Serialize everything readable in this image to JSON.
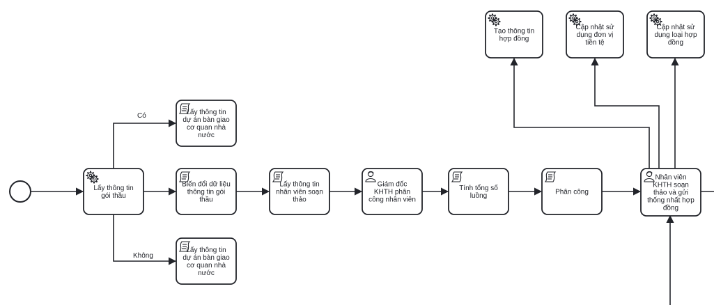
{
  "diagram": {
    "start_event": {
      "label": ""
    },
    "tasks": [
      {
        "id": "t_lay_goi_thau",
        "type": "service",
        "lines": [
          "Lấy thông tin",
          "gói thầu"
        ]
      },
      {
        "id": "t_co",
        "type": "script",
        "lines": [
          "Lấy thông tin",
          "dự án bàn giao",
          "cơ quan nhà",
          "nước"
        ]
      },
      {
        "id": "t_bien_doi",
        "type": "script",
        "lines": [
          "Biến đổi dữ liệu",
          "thông tin gói",
          "thầu"
        ]
      },
      {
        "id": "t_khong",
        "type": "script",
        "lines": [
          "Lấy thông tin",
          "dự án bàn giao",
          "cơ quan nhà",
          "nước"
        ]
      },
      {
        "id": "t_nv_soan_thao",
        "type": "script",
        "lines": [
          "Lấy thông tin",
          "nhân viên soạn",
          "thảo"
        ]
      },
      {
        "id": "t_giam_doc",
        "type": "user",
        "lines": [
          "Giám đốc",
          "KHTH phân",
          "công nhân viên"
        ]
      },
      {
        "id": "t_tinh_tong",
        "type": "script",
        "lines": [
          "Tính tổng số",
          "luồng"
        ]
      },
      {
        "id": "t_phan_cong",
        "type": "script",
        "lines": [
          "Phân công"
        ]
      },
      {
        "id": "t_nv_khth",
        "type": "user",
        "lines": [
          "Nhân viên",
          "KHTH soạn",
          "thảo và gửi",
          "thống nhất hợp",
          "đồng"
        ]
      },
      {
        "id": "t_tao_hd",
        "type": "service",
        "lines": [
          "Tạo thông tin",
          "hợp đồng"
        ]
      },
      {
        "id": "t_cap_nhat_tien_te",
        "type": "service",
        "lines": [
          "Cập nhật sử",
          "dụng đơn vị",
          "tiền tệ"
        ]
      },
      {
        "id": "t_cap_nhat_loai_hd",
        "type": "service",
        "lines": [
          "Cập nhật sử",
          "dụng loại hợp",
          "đồng"
        ]
      }
    ],
    "flow_labels": {
      "yes": "Có",
      "no": "Không"
    },
    "colors": {
      "stroke": "#22242a",
      "fill": "#ffffff",
      "text": "#22242a"
    }
  }
}
